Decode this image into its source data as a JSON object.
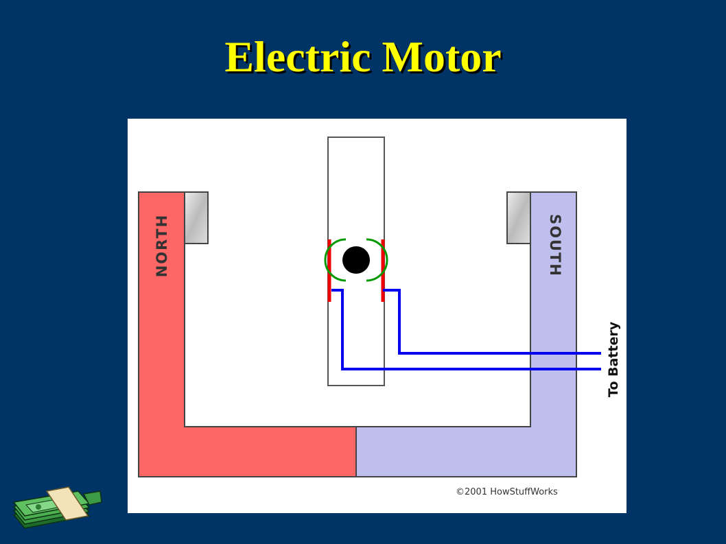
{
  "slide": {
    "title": "Electric Motor"
  },
  "diagram": {
    "north_label": "NORTH",
    "south_label": "SOUTH",
    "battery_label": "To Battery",
    "copyright": "©2001 HowStuffWorks"
  },
  "colors": {
    "background": "#003366",
    "title": "#FFFF00",
    "north_pole": "#FF6666",
    "south_pole": "#BFBFEE",
    "wire": "#0000EE",
    "commutator": "#EE0000",
    "brush": "#009900"
  },
  "icons": {
    "corner": "money-stack-icon"
  }
}
